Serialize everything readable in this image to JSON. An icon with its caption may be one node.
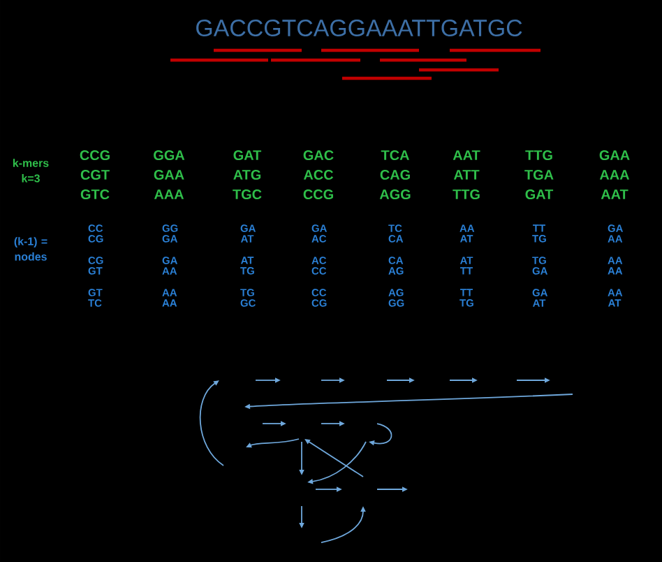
{
  "diagram": {
    "labels": [
      "GACCGTCAGGAAATTGATGC",
      "k-mers k=3",
      "CCG",
      "GGA",
      "GAT",
      "GAC",
      "TCA",
      "AAT",
      "TTG",
      "GAA",
      "CGT",
      "GAA",
      "ATG",
      "ACC",
      "CAG",
      "ATT",
      "TGA",
      "AAA",
      "GTC",
      "AAA",
      "TGC",
      "CCG",
      "AGG",
      "TTG",
      "GAT",
      "AAT",
      "(k-1) = nodes",
      "CC CG",
      "GG GA",
      "GA AT",
      "GA AC",
      "TC CA",
      "AA AT",
      "TT TG",
      "GA AA",
      "CG GT",
      "GA AA",
      "AT TG",
      "AC CC",
      "CA AG",
      "AT TT",
      "TG GA",
      "AA AA",
      "GT TC",
      "AA AA",
      "TG GC",
      "CC CG",
      "AG GG",
      "TT TG",
      "GA AT",
      "AA AT"
    ]
  }
}
